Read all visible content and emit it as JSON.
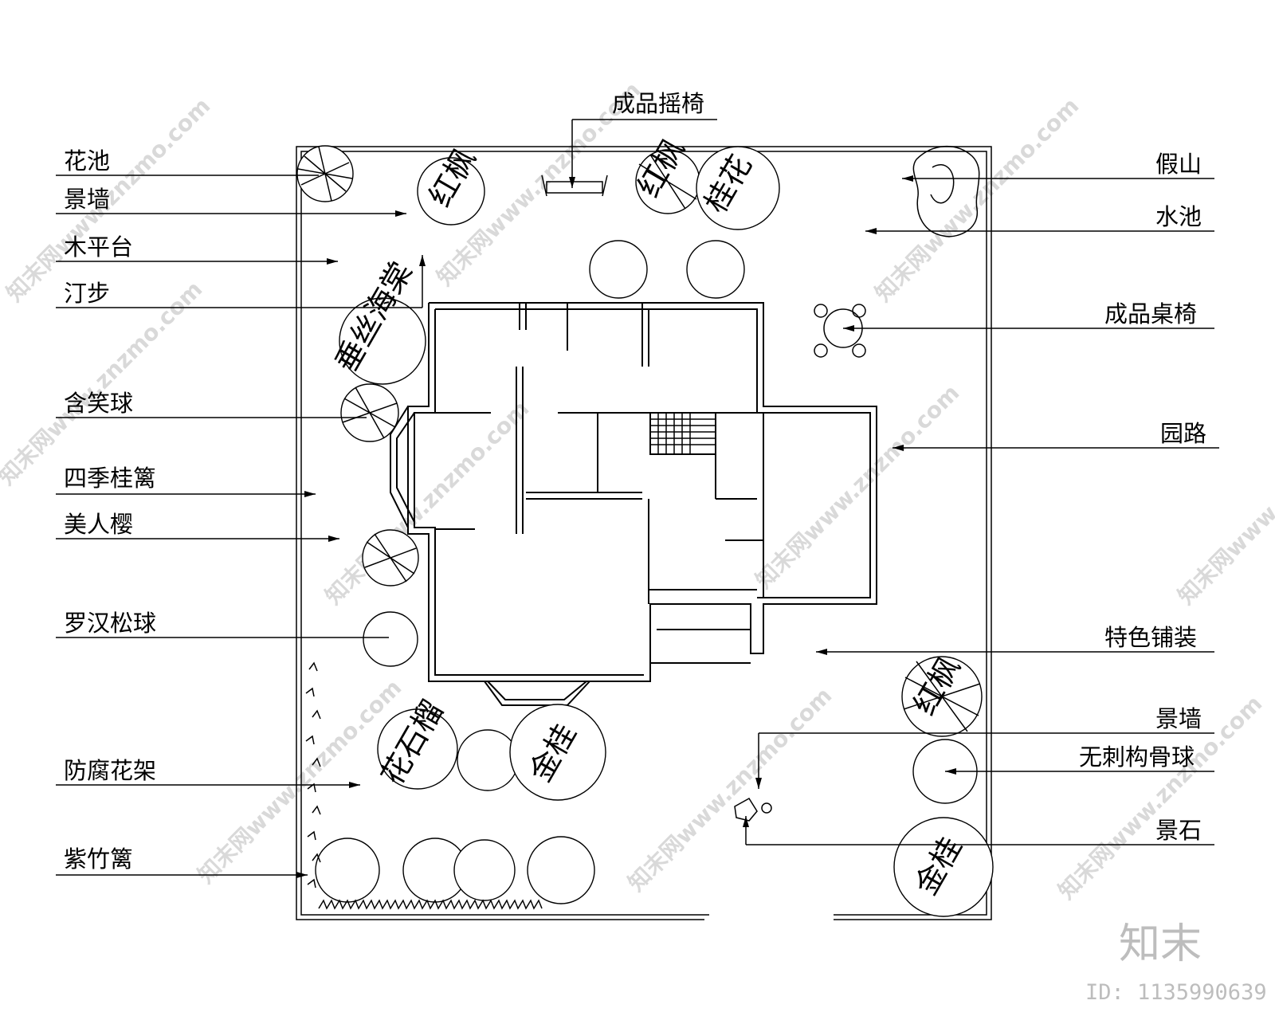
{
  "labels": {
    "top_swing_chair": "成品摇椅",
    "flower_pool": "花池",
    "feature_wall_left": "景墙",
    "wood_deck": "木平台",
    "stepping_stones": "汀步",
    "michelia": "含笑球",
    "osmanthus_hedge": "四季桂篱",
    "purple_leaf_plum": "美人樱",
    "podocarpus_ball": "罗汉松球",
    "pergola": "防腐花架",
    "bamboo_hedge": "紫竹篱",
    "rockery": "假山",
    "pond": "水池",
    "table_chairs": "成品桌椅",
    "garden_path": "园路",
    "feature_paving": "特色铺装",
    "feature_wall_right": "景墙",
    "holly_ball": "无刺构骨球",
    "landscape_stone": "景石"
  },
  "plant_names": {
    "top_tree_1": "红枫",
    "top_tree_2": "红枫",
    "top_tree_3": "桂花",
    "left_big_tree": "垂丝海棠",
    "bottom_tree_1": "花石榴",
    "bottom_tree_2": "金桂",
    "right_tree_1": "红枫",
    "right_tree_2": "金桂"
  },
  "watermark": {
    "site": "知末网www.znzmo.com",
    "logo": "知末",
    "id": "ID: 1135990639"
  }
}
